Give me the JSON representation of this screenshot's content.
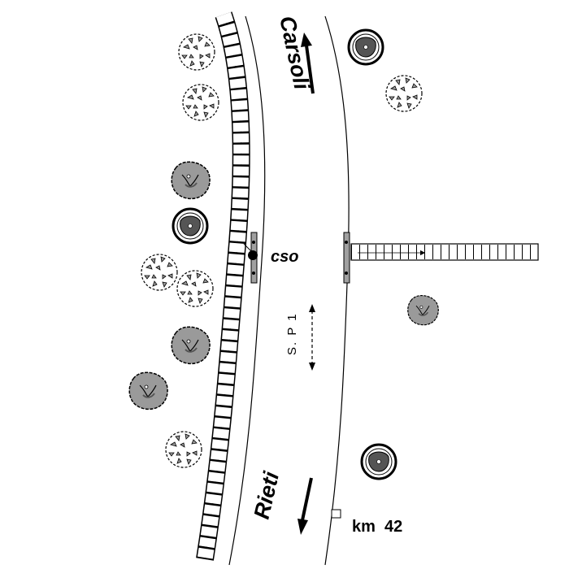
{
  "labels": {
    "north_destination": "Carsoli",
    "south_destination": "Rieti",
    "road": "S. P 1",
    "point": "cso",
    "kilometre": "km  42"
  },
  "colors": {
    "ink": "#000000",
    "paper": "#ffffff",
    "tree_fill": "#9a9a9a",
    "shrub_fill": "#a8a8a8",
    "round_tree_core": "#555555",
    "post": "#a0a0a0"
  }
}
